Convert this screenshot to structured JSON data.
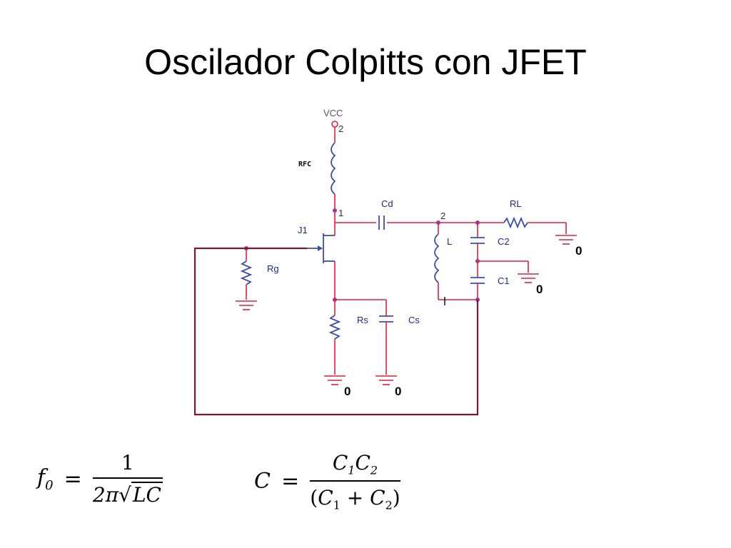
{
  "slide": {
    "title": "Oscilador Colpitts con JFET"
  },
  "circuit": {
    "supply_label": "VCC",
    "rfc_label": "RFC",
    "jfet_label": "J1",
    "rg_label": "Rg",
    "rs_label": "Rs",
    "cs_label": "Cs",
    "cd_label": "Cd",
    "l_label": "L",
    "c1_label": "C1",
    "c2_label": "C2",
    "rl_label": "RL",
    "node_vcc_pin": "2",
    "node_drain_pin": "1",
    "node_tank_pin": "2",
    "node_tank_bottom": "1",
    "ground_labels": [
      "0",
      "0",
      "0",
      "0"
    ],
    "colors": {
      "wire": "#e0203a",
      "component": "#3a4fa8",
      "feedback": "#7a1638",
      "node_dot": "#a03a8a"
    }
  },
  "formulas": {
    "f0": {
      "lhs_base": "f",
      "lhs_sub": "0",
      "equals": "=",
      "numerator": "1",
      "den_prefix": "2π",
      "den_sqrt": "LC"
    },
    "c": {
      "lhs": "C",
      "equals": "=",
      "num_a": "C",
      "num_a_sub": "1",
      "num_b": "C",
      "num_b_sub": "2",
      "den_open": "(",
      "den_a": "C",
      "den_a_sub": "1",
      "den_plus": " + ",
      "den_b": "C",
      "den_b_sub": "2",
      "den_close": ")"
    }
  }
}
